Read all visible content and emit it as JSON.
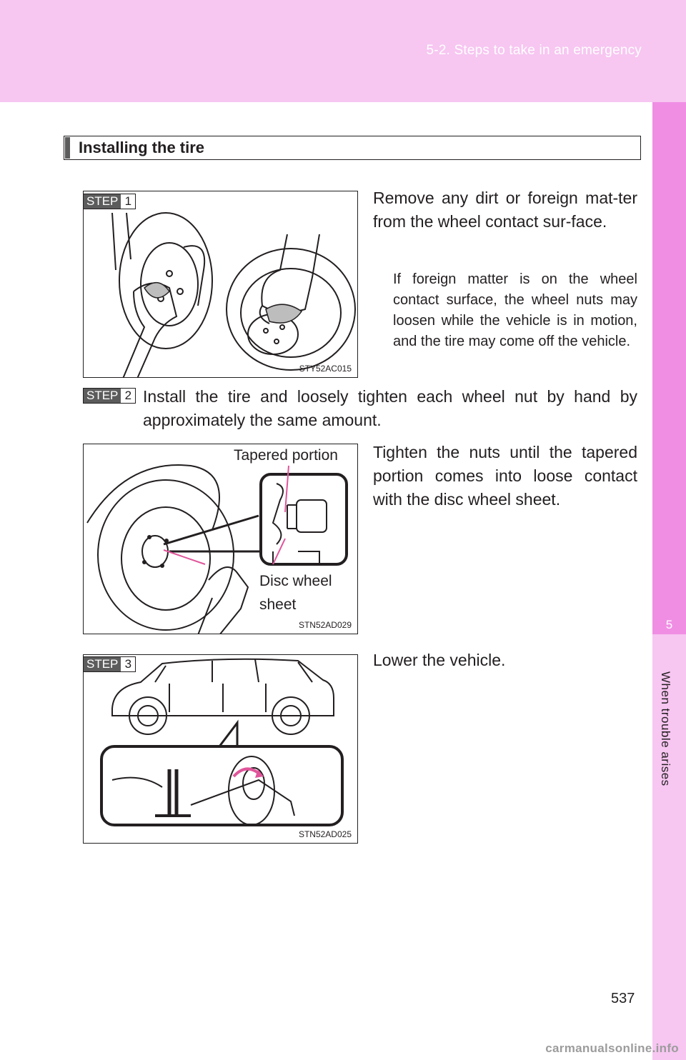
{
  "header": {
    "section_ref": "5-2. Steps to take in an emergency"
  },
  "side_tab": {
    "chapter_number": "5",
    "chapter_title": "When trouble arises"
  },
  "section": {
    "title": "Installing the tire"
  },
  "steps": [
    {
      "step_word": "STEP",
      "step_number": "1",
      "text": "Remove any dirt or foreign mat-ter from the wheel contact sur-face.",
      "note": "If foreign matter is on the wheel contact surface, the wheel nuts may loosen while the vehicle is in motion, and the tire may come off the vehicle.",
      "figure_code": "STY52AC015"
    },
    {
      "step_word": "STEP",
      "step_number": "2",
      "text": "Install the tire and loosely tighten each wheel nut by hand by approximately the same amount.",
      "detail": "Tighten the nuts until the tapered portion comes into loose contact with the disc wheel sheet.",
      "figure_code": "STN52AD029",
      "figure_labels": {
        "tapered": "Tapered portion",
        "disc_line1": "Disc wheel",
        "disc_line2": "sheet"
      }
    },
    {
      "step_word": "STEP",
      "step_number": "3",
      "text": "Lower the vehicle.",
      "figure_code": "STN52AD025"
    }
  ],
  "footer": {
    "page_number": "537",
    "watermark": "carmanualsonline.info"
  },
  "colors": {
    "header_pink": "#f7c6f1",
    "tab_active_pink": "#f08ee4",
    "step_gray": "#5c5c5c",
    "arrow_pink": "#e0559a"
  }
}
